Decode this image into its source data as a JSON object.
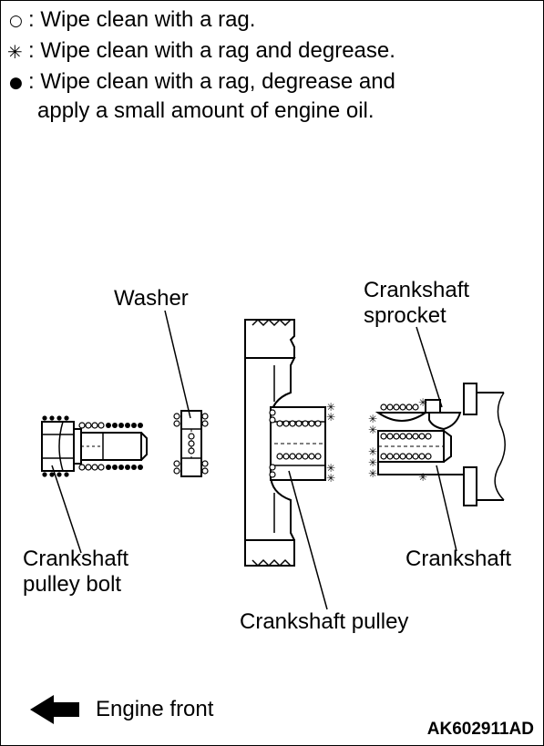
{
  "legend": {
    "items": [
      {
        "symbol": "○",
        "symbol_name": "open-circle-icon",
        "line1": ": Wipe clean with a rag.",
        "line2": ""
      },
      {
        "symbol": "✳",
        "symbol_name": "asterisk-icon",
        "line1": ": Wipe clean with a rag and degrease.",
        "line2": ""
      },
      {
        "symbol": "●",
        "symbol_name": "filled-circle-icon",
        "line1": ": Wipe clean with a rag, degrease and",
        "line2": "apply a small amount of engine oil."
      }
    ]
  },
  "labels": {
    "washer": "Washer",
    "sprocket_line1": "Crankshaft",
    "sprocket_line2": "sprocket",
    "bolt_line1": "Crankshaft",
    "bolt_line2": "pulley bolt",
    "crankshaft": "Crankshaft",
    "pulley": "Crankshaft pulley",
    "engine_front": "Engine front"
  },
  "figure_code": "AK602911AD"
}
